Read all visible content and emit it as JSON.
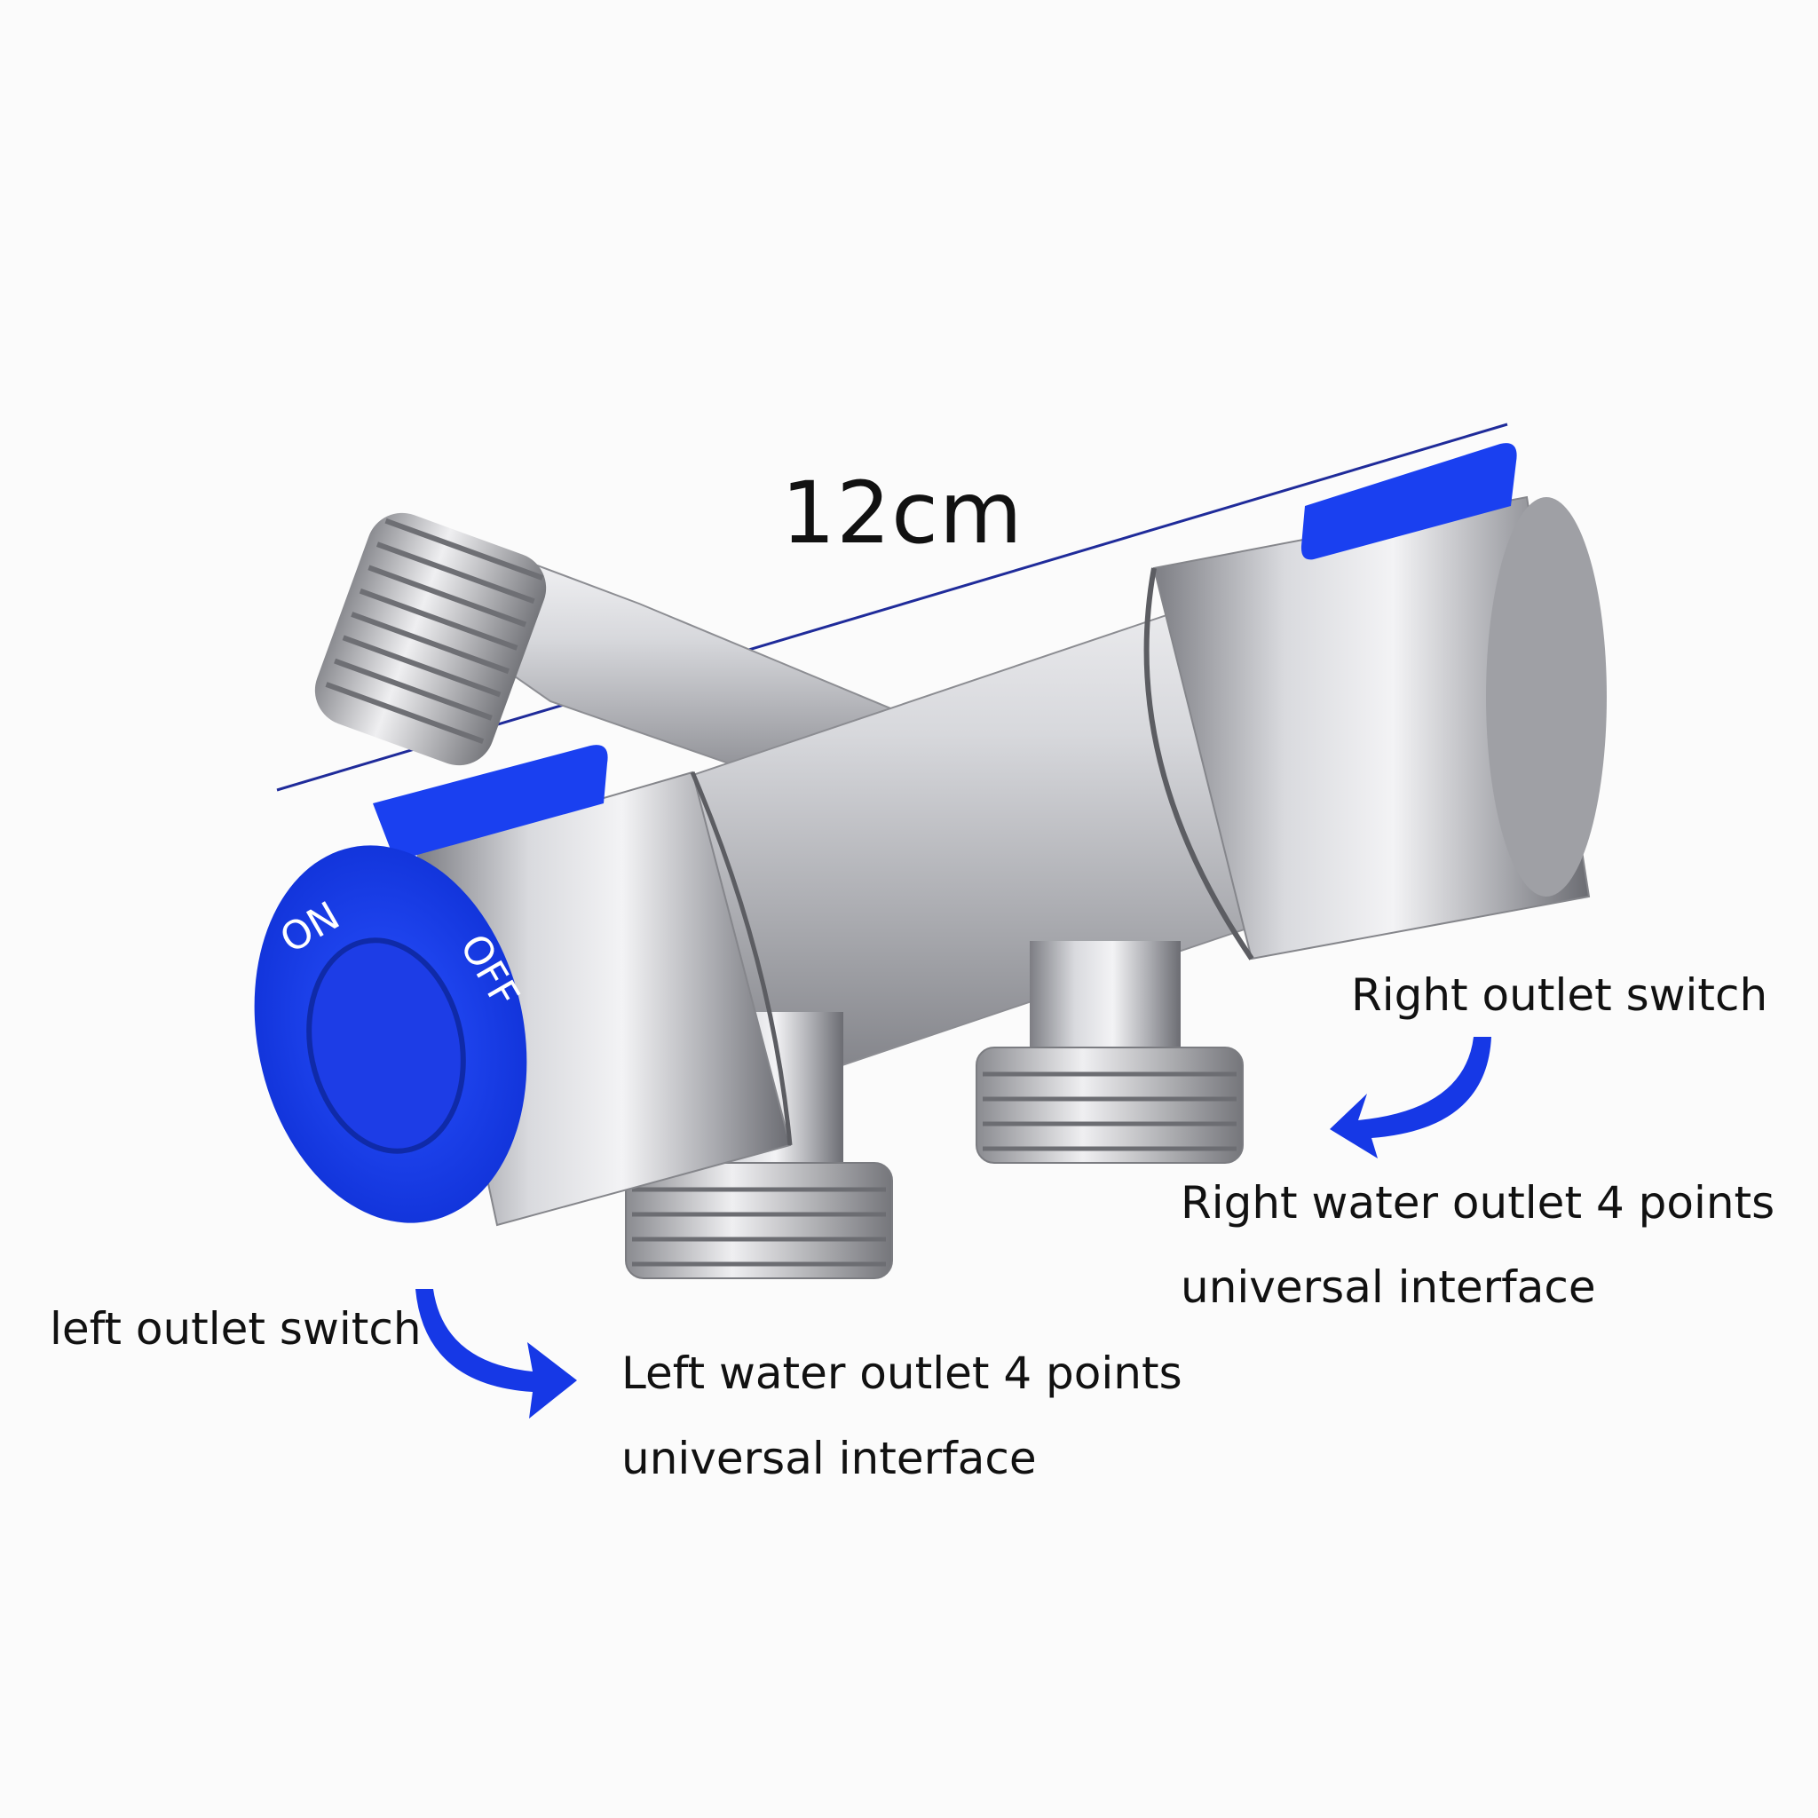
{
  "product": {
    "dimension_label": "12cm",
    "knob_on_text": "ON",
    "knob_off_text": "OFF",
    "colors": {
      "accent_blue": "#1638e6",
      "metal_light": "#e9e9ec",
      "metal_mid": "#b4b5ba",
      "metal_dark": "#6f7076",
      "dimension_line": "#1f2b9a"
    }
  },
  "callouts": {
    "right_switch": "Right outlet switch",
    "right_outlet_line1": "Right water outlet 4 points",
    "right_outlet_line2": "universal interface",
    "left_switch": "left outlet switch",
    "left_outlet_line1": "Left water outlet 4 points",
    "left_outlet_line2": "universal interface"
  },
  "icons": [
    "curved-arrow-icon",
    "curved-arrow-icon"
  ]
}
